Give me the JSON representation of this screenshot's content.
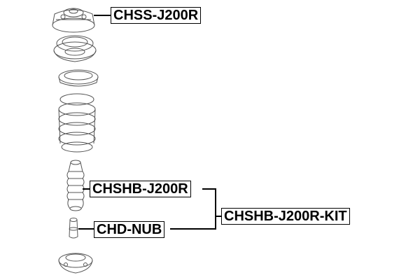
{
  "diagram": {
    "labels": {
      "strut_mount": "CHSS-J200R",
      "boot": "CHSHB-J200R",
      "bump_stop": "CHD-NUB",
      "kit": "CHSHB-J200R-KIT"
    },
    "colors": {
      "line": "#000000",
      "part_stroke": "#555555",
      "background": "#ffffff"
    }
  }
}
